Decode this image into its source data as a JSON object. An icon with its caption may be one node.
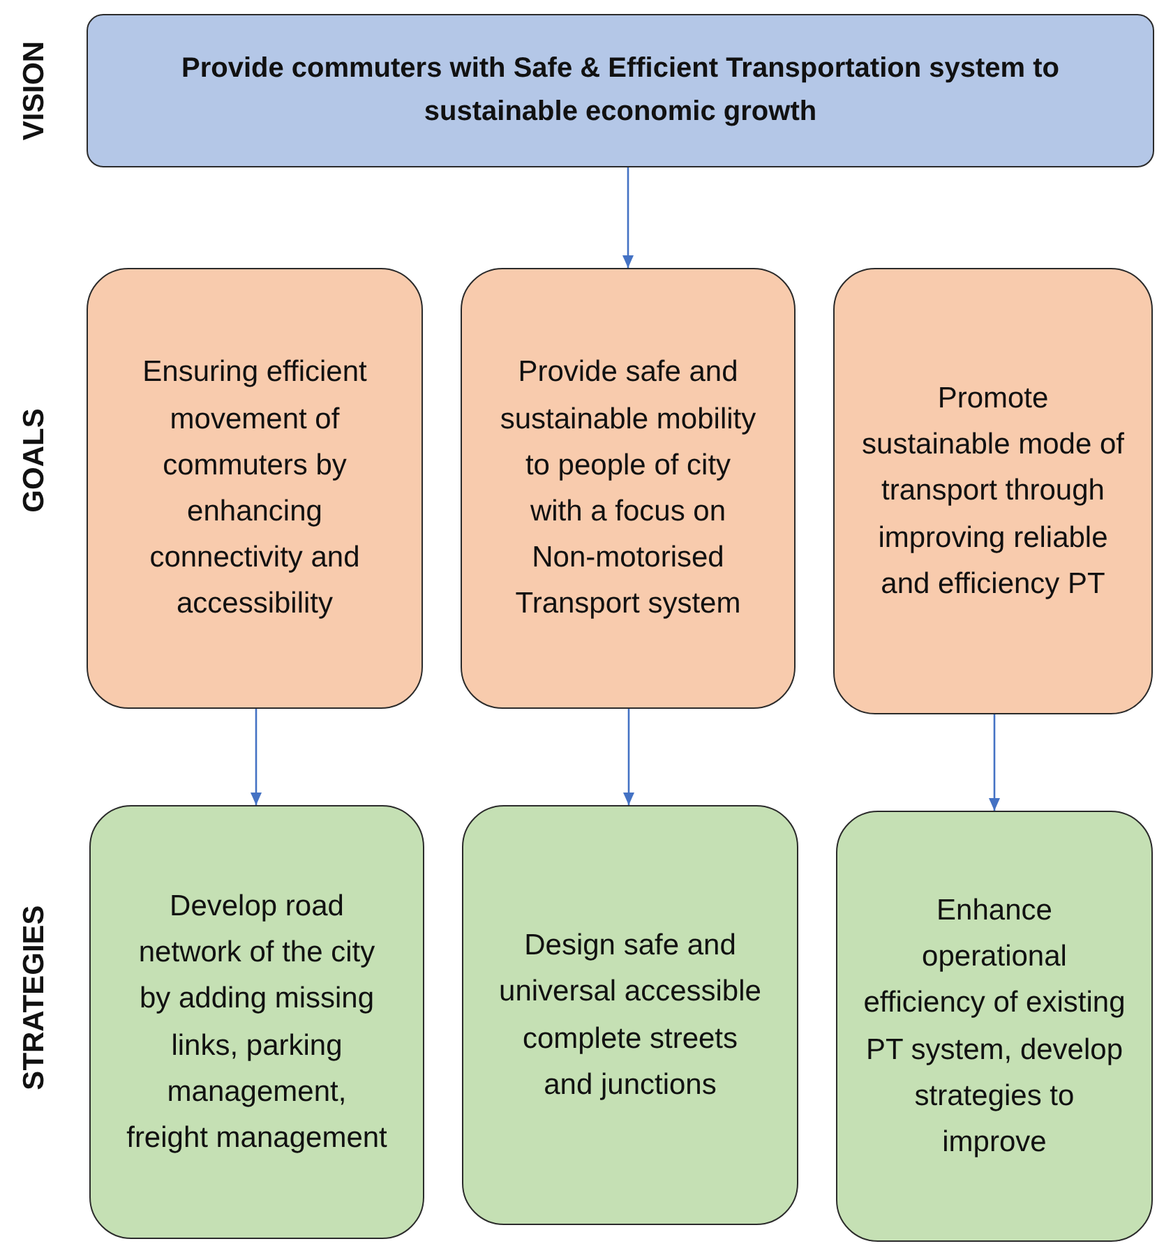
{
  "diagram": {
    "nodes": [
      {
        "text": [
          "Provide commuters with Safe & Efficient Transportation system to sustainable economic growth"
        ]
      },
      {
        "text": [
          "Ensuring efficient movement of commuters by enhancing connectivity and accessibility"
        ]
      },
      {
        "text": [
          "Provide safe and sustainable mobility to people of city with a focus on Non-motorised Transport system"
        ]
      },
      {
        "text": [
          "Promote sustainable mode of transport through improving reliable and efficiency PT"
        ]
      },
      {
        "text": [
          "Develop road network of the city by adding missing links, parking management, freight management"
        ]
      },
      {
        "text": [
          "Design safe and universal accessible complete streets and junctions"
        ]
      },
      {
        "text": [
          "Enhance operational efficiency of existing PT system, develop strategies to improve"
        ]
      }
    ],
    "edges": [
      {
        "from": 0,
        "to": 2,
        "arrow": "to"
      },
      {
        "from": 1,
        "to": 4,
        "arrow": "to"
      },
      {
        "from": 2,
        "to": 5,
        "arrow": "to"
      },
      {
        "from": 3,
        "to": 6,
        "arrow": "to"
      }
    ],
    "labels": [
      "VISION",
      "GOALS",
      "STRATEGIES"
    ]
  }
}
